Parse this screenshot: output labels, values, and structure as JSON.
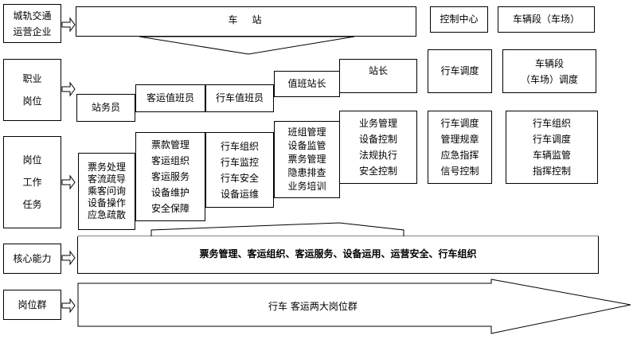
{
  "rows": {
    "enterprise": "城轨交通\n运营企业",
    "position": "职业\n岗位",
    "tasks": "岗位\n工作\n任务",
    "core": "核心能力",
    "group": "岗位群"
  },
  "top": {
    "station": "车　站",
    "control_center": "控制中心",
    "depot": "车辆段（车场）"
  },
  "positions": {
    "station_staff": "站务员",
    "passenger_duty": "客运值班员",
    "train_duty": "行车值班员",
    "duty_master": "值班站长",
    "station_master": "站长",
    "dispatcher": "行车调度",
    "depot_dispatcher": "车辆段\n（车场）调度"
  },
  "tasks": {
    "station_staff": "票务处理\n客流疏导\n乘客问询\n设备操作\n应急疏散",
    "passenger_duty": "票款管理\n客运组织\n客运服务\n设备维护\n安全保障",
    "train_duty": "行车组织\n行车监控\n行车安全\n设备运维",
    "duty_master": "班组管理\n设备监管\n票务管理\n隐患排查\n业务培训",
    "station_master": "业务管理\n设备控制\n法规执行\n安全控制",
    "control_center": "行车调度\n管理规章\n应急指挥\n信号控制",
    "depot": "行车组织\n行车调度\n车辆监管\n指挥控制"
  },
  "core_ability": "票务管理、客运组织、客运服务、设备运用、运营安全、行车组织",
  "group_label": "行车 客运两大岗位群"
}
